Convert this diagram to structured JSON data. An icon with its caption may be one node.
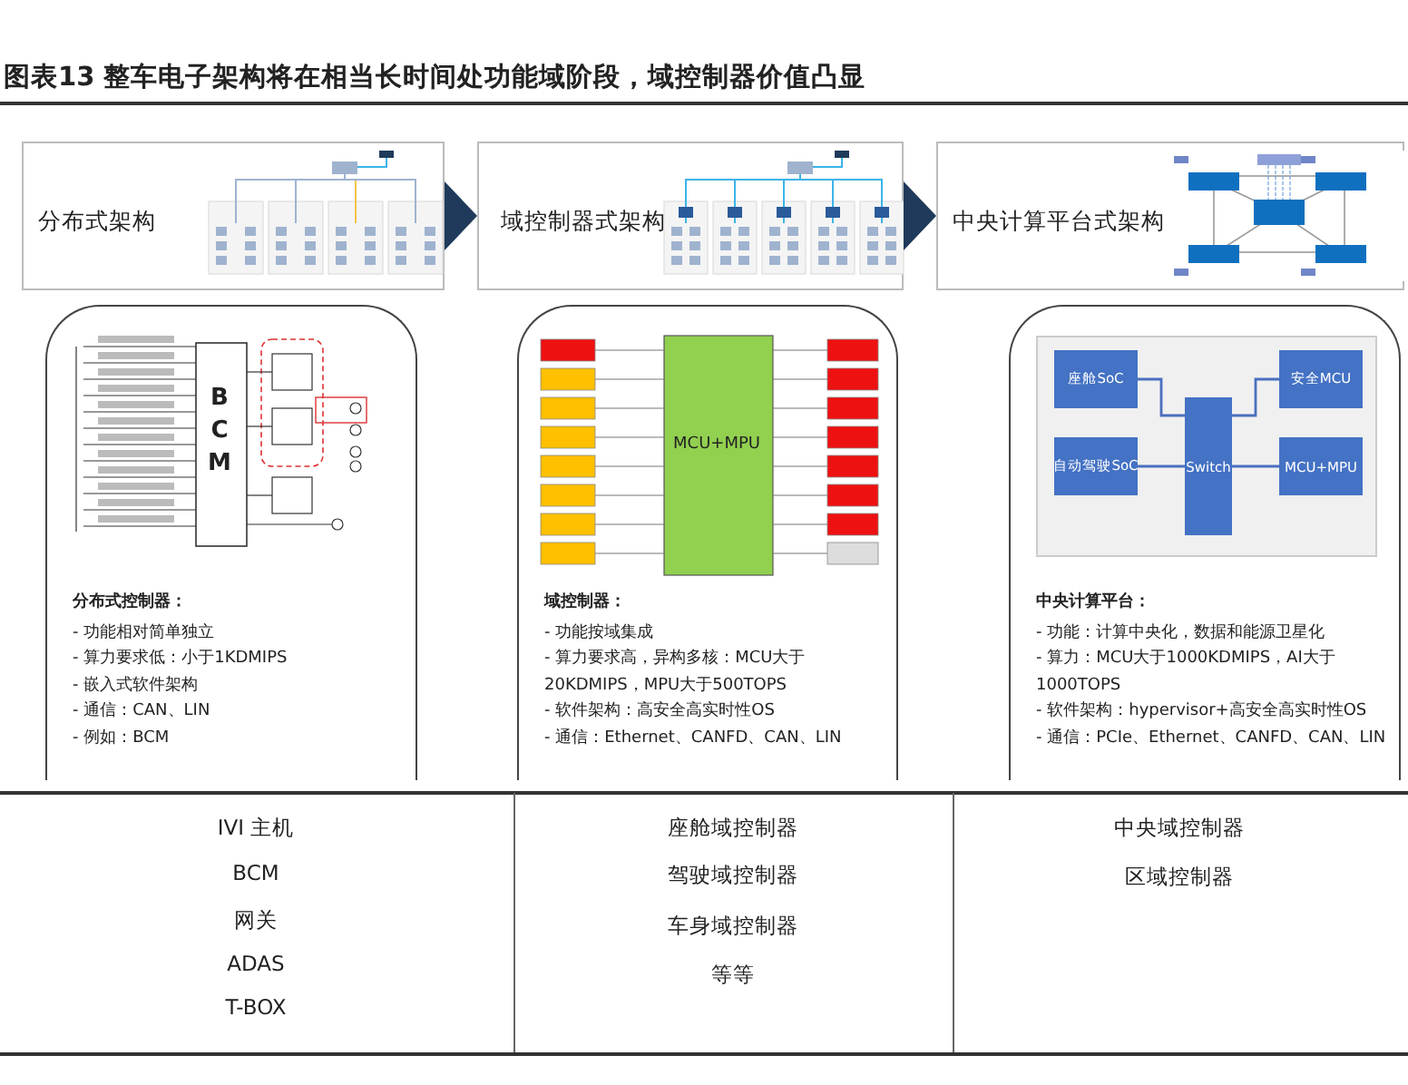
{
  "diagram": {
    "title": "图表13 整车电子架构将在相当长时间处功能域阶段，域控制器价值凸显",
    "nodes": [
      {
        "text": [
          "分布式架构"
        ]
      },
      {
        "text": [
          "域控制器式架构"
        ]
      },
      {
        "text": [
          "中央计算平台式架构"
        ]
      },
      {
        "text": [
          "分布式控制器：",
          "- 功能相对简单独立",
          "- 算力要求低：小于1KDMIPS",
          "- 嵌入式软件架构",
          "- 通信：CAN、LIN",
          "- 例如：BCM"
        ]
      },
      {
        "text": [
          "域控制器：",
          "- 功能按域集成",
          "- 算力要求高，异构多核：MCU大于20KDMIPS，MPU大于500TOPS",
          "- 软件架构：高安全高实时性OS",
          "- 通信：Ethernet、CANFD、CAN、LIN"
        ]
      },
      {
        "text": [
          "中央计算平台：",
          "- 功能：计算中央化，数据和能源卫星化",
          "- 算力：MCU大于1000KDMIPS，AI大于1000TOPS",
          "- 软件架构：hypervisor+高安全高实时性OS",
          "- 通信：PCIe、Ethernet、CANFD、CAN、LIN"
        ]
      },
      {
        "text": [
          "座舱SoC"
        ],
        "in": 5
      },
      {
        "text": [
          "安全MCU"
        ],
        "in": 5
      },
      {
        "text": [
          "自动驾驶SoC"
        ],
        "in": 5
      },
      {
        "text": [
          "Switch"
        ],
        "in": 5
      },
      {
        "text": [
          "MCU+MPU"
        ],
        "in": 5
      }
    ],
    "edges": [
      {
        "from": 0,
        "to": 1,
        "arrow": "to"
      },
      {
        "from": 1,
        "to": 2,
        "arrow": "to"
      },
      {
        "from": 6,
        "to": 9,
        "arrow": "none"
      },
      {
        "from": 9,
        "to": 7,
        "arrow": "none"
      },
      {
        "from": 8,
        "to": 9,
        "arrow": "none"
      },
      {
        "from": 9,
        "to": 10,
        "arrow": "none"
      }
    ],
    "labels": [
      "B",
      "C",
      "M",
      "MCU+MPU",
      "IVI 主机",
      "座舱域控制器",
      "中央域控制器",
      "BCM",
      "驾驶域控制器",
      "区域控制器",
      "网关",
      "车身域控制器",
      "ADAS",
      "等等",
      "T-BOX"
    ]
  }
}
